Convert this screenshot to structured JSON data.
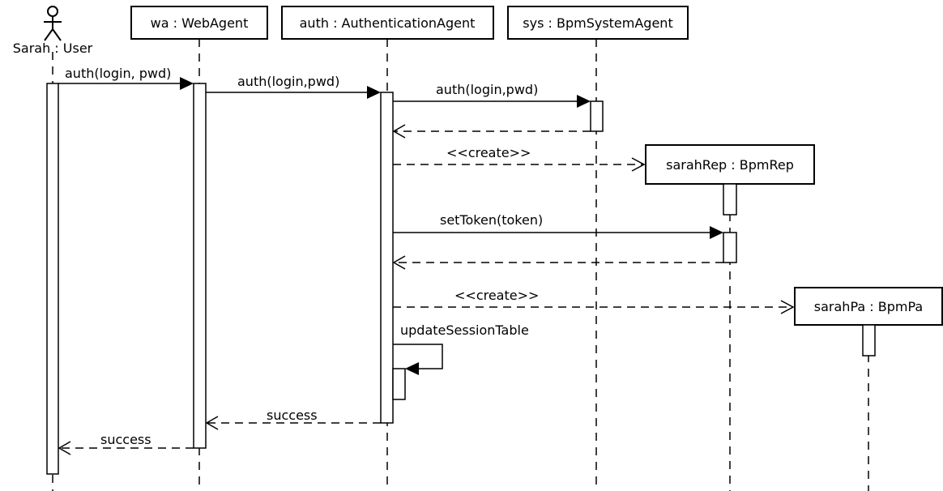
{
  "participants": {
    "user": {
      "label": "Sarah : User"
    },
    "wa": {
      "label": "wa : WebAgent"
    },
    "auth": {
      "label": "auth : AuthenticationAgent"
    },
    "sys": {
      "label": "sys : BpmSystemAgent"
    },
    "rep": {
      "label": "sarahRep : BpmRep"
    },
    "pa": {
      "label": "sarahPa : BpmPa"
    }
  },
  "messages": {
    "m1": "auth(login, pwd)",
    "m2": "auth(login,pwd)",
    "m3": "auth(login,pwd)",
    "m4": "<<create>>",
    "m5": "setToken(token)",
    "m6": "<<create>>",
    "m7": "updateSessionTable",
    "m8": "success",
    "m9": "success"
  }
}
